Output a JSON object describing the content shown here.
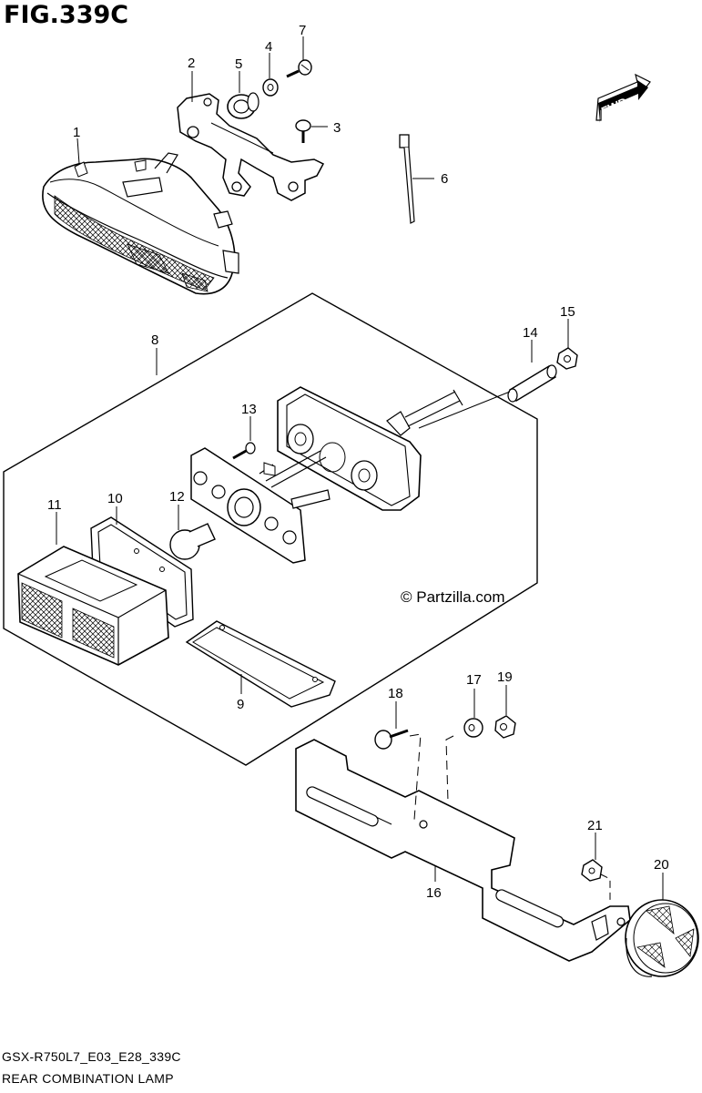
{
  "figure": {
    "title": "FIG.339C",
    "footer_code": "GSX-R750L7_E03_E28_339C",
    "footer_name": "REAR COMBINATION LAMP",
    "copyright": "© Partzilla.com",
    "fwd_label": "FWD"
  },
  "callouts": [
    "1",
    "2",
    "3",
    "4",
    "5",
    "6",
    "7",
    "8",
    "9",
    "10",
    "11",
    "12",
    "13",
    "14",
    "15",
    "16",
    "17",
    "18",
    "19",
    "20",
    "21"
  ]
}
